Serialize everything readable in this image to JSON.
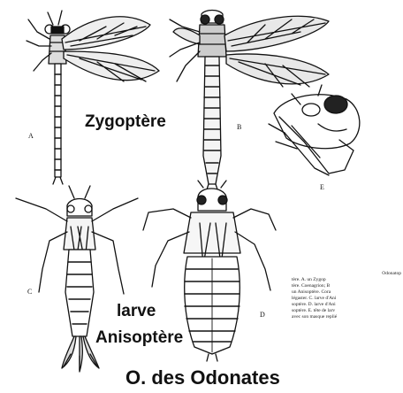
{
  "figure": {
    "title": "O. des Odonates",
    "zygoptera_label": "Zygoptère",
    "larva_label_1": "larve",
    "larva_label_2": "Anisoptère",
    "panel_labels": {
      "A": "A",
      "B": "B",
      "C": "C",
      "D": "D",
      "E": "E"
    },
    "caption_lines": [
      "Odonatop",
      "tère. A. un Zygop",
      "tère. Coenagrion; B",
      "un Anisoptère. Cora",
      "légaster. C. larve d'Ani",
      "soptère. D. larve d'Ani",
      "soptère. E. tête de larv",
      "avec son masque replié"
    ]
  },
  "colors": {
    "ink": "#111111",
    "paper": "#ffffff"
  }
}
